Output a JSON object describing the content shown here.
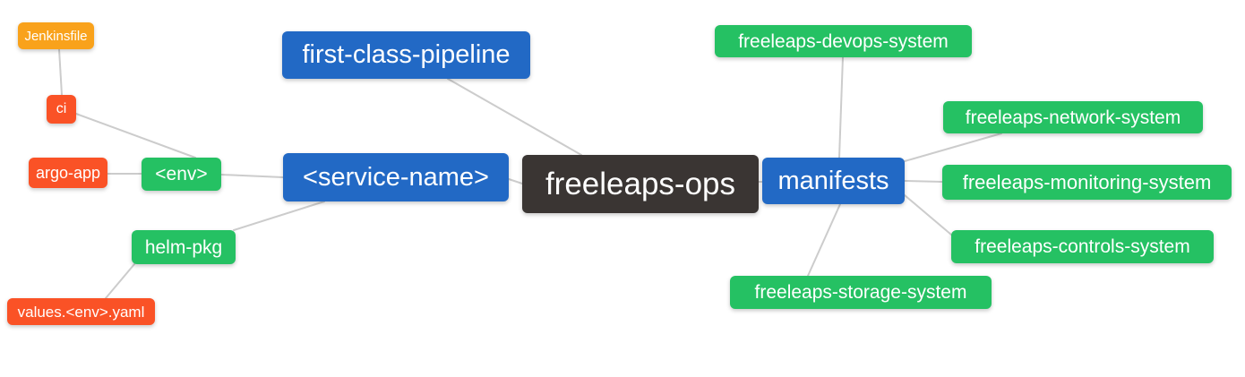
{
  "diagram": {
    "type": "mindmap",
    "root": "freeleaps-ops",
    "nodes": {
      "jenkinsfile": {
        "label": "Jenkinsfile",
        "color": "orange"
      },
      "ci": {
        "label": "ci",
        "color": "red"
      },
      "argo_app": {
        "label": "argo-app",
        "color": "red"
      },
      "env": {
        "label": "<env>",
        "color": "green"
      },
      "service_name": {
        "label": "<service-name>",
        "color": "blue"
      },
      "first_class_pipeline": {
        "label": "first-class-pipeline",
        "color": "blue"
      },
      "freeleaps_ops": {
        "label": "freeleaps-ops",
        "color": "dark"
      },
      "manifests": {
        "label": "manifests",
        "color": "blue"
      },
      "devops_system": {
        "label": "freeleaps-devops-system",
        "color": "green"
      },
      "network_system": {
        "label": "freeleaps-network-system",
        "color": "green"
      },
      "monitoring_system": {
        "label": "freeleaps-monitoring-system",
        "color": "green"
      },
      "controls_system": {
        "label": "freeleaps-controls-system",
        "color": "green"
      },
      "storage_system": {
        "label": "freeleaps-storage-system",
        "color": "green"
      },
      "helm_pkg": {
        "label": "helm-pkg",
        "color": "green"
      },
      "values_env_yaml": {
        "label": "values.<env>.yaml",
        "color": "red"
      }
    },
    "edges": [
      {
        "from": "jenkinsfile",
        "to": "ci"
      },
      {
        "from": "ci",
        "to": "env"
      },
      {
        "from": "argo_app",
        "to": "env"
      },
      {
        "from": "env",
        "to": "service_name"
      },
      {
        "from": "service_name",
        "to": "freeleaps_ops"
      },
      {
        "from": "service_name",
        "to": "helm_pkg"
      },
      {
        "from": "helm_pkg",
        "to": "values_env_yaml"
      },
      {
        "from": "first_class_pipeline",
        "to": "freeleaps_ops"
      },
      {
        "from": "freeleaps_ops",
        "to": "manifests"
      },
      {
        "from": "manifests",
        "to": "devops_system"
      },
      {
        "from": "manifests",
        "to": "network_system"
      },
      {
        "from": "manifests",
        "to": "monitoring_system"
      },
      {
        "from": "manifests",
        "to": "controls_system"
      },
      {
        "from": "manifests",
        "to": "storage_system"
      }
    ]
  },
  "colors": {
    "blue": "#2269c5",
    "green": "#25c163",
    "orange": "#f9a21b",
    "red": "#fa5226",
    "dark": "#3a3533",
    "edge": "#cccccc",
    "node_text": "#ffffff",
    "background": "#ffffff"
  }
}
